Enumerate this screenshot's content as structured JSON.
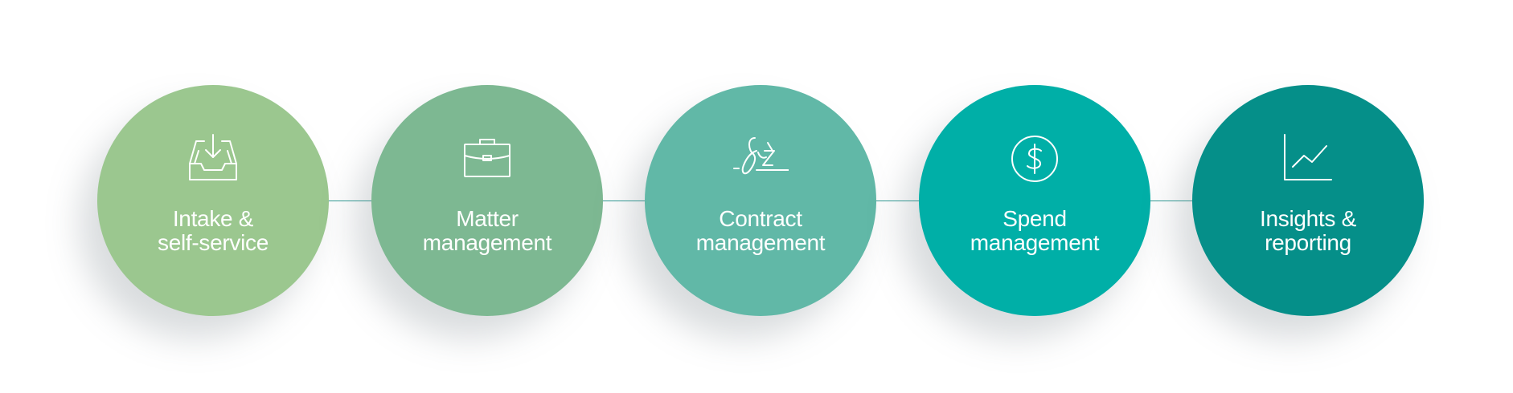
{
  "steps": [
    {
      "line1": "Intake &",
      "line2": "self-service",
      "icon": "inbox-download-icon",
      "color": "#9bc78f"
    },
    {
      "line1": "Matter",
      "line2": "management",
      "icon": "briefcase-icon",
      "color": "#7db892"
    },
    {
      "line1": "Contract",
      "line2": "management",
      "icon": "signature-icon",
      "color": "#61b8a7"
    },
    {
      "line1": "Spend",
      "line2": "management",
      "icon": "dollar-circle-icon",
      "color": "#00afa7"
    },
    {
      "line1": "Insights &",
      "line2": "reporting",
      "icon": "line-chart-icon",
      "color": "#058f89"
    }
  ],
  "connector_color": "#2f9a94"
}
